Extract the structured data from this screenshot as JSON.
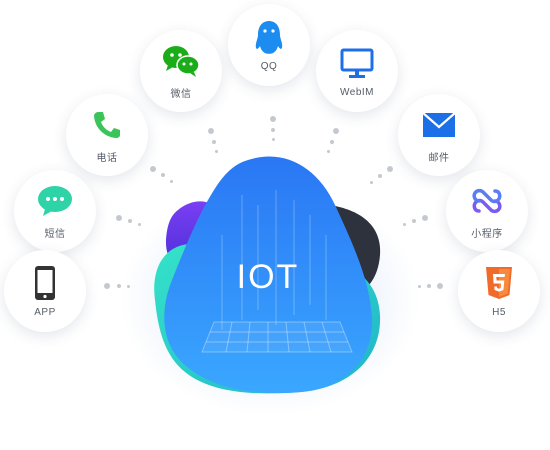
{
  "center": {
    "label": "IOT"
  },
  "channels": [
    {
      "id": "wechat",
      "label": "微信",
      "icon": "wechat-icon",
      "color": "#1aad19"
    },
    {
      "id": "qq",
      "label": "QQ",
      "icon": "qq-penguin-icon",
      "color": "#1d8cf0"
    },
    {
      "id": "webim",
      "label": "WebIM",
      "icon": "monitor-icon",
      "color": "#1d6fe8"
    },
    {
      "id": "phone",
      "label": "电话",
      "icon": "phone-icon",
      "color": "#3cc35a"
    },
    {
      "id": "email",
      "label": "邮件",
      "icon": "mail-icon",
      "color": "#1d6fe8"
    },
    {
      "id": "sms",
      "label": "短信",
      "icon": "chat-bubble-icon",
      "color": "#2fd3a8"
    },
    {
      "id": "miniprogram",
      "label": "小程序",
      "icon": "mini-program-icon",
      "color": "#7b5cf0"
    },
    {
      "id": "app",
      "label": "APP",
      "icon": "smartphone-icon",
      "color": "#333333"
    },
    {
      "id": "h5",
      "label": "H5",
      "icon": "html5-icon",
      "color": "#f26a2a"
    }
  ],
  "colors": {
    "blob_primary": "#2f7ff8",
    "blob_teal": "#2fd8c0",
    "blob_purple": "#6a3df0",
    "blob_dark": "#2a2f3a"
  }
}
